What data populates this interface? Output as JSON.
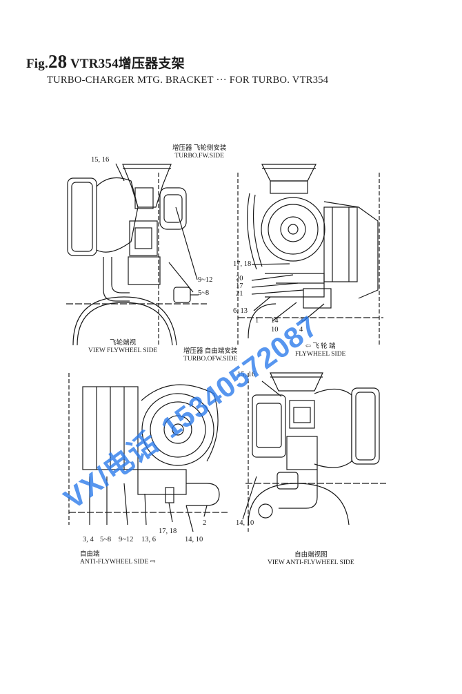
{
  "figure": {
    "fig_prefix": "Fig.",
    "fig_number": "28",
    "title_suffix": "VTR354增压器支架",
    "subtitle": "TURBO-CHARGER MTG. BRACKET ··· FOR TURBO. VTR354"
  },
  "views": {
    "view_fw": {
      "caption_cn": "飞轮端视",
      "caption_en": "VIEW  FLYWHEEL SIDE",
      "labels": [
        "15, 16",
        "9~12",
        "5~8"
      ]
    },
    "turbo_fw": {
      "caption_cn": "增压器 飞轮侧安装",
      "caption_en": "TURBO.FW.SIDE",
      "side_cn": "⇦  飞 轮 端",
      "side_en": "FLYWHEEL SIDE",
      "labels": [
        "17, 18",
        "20",
        "17",
        "21",
        "6, 13",
        "1",
        "14",
        "10",
        "3",
        "4"
      ]
    },
    "turbo_ofw": {
      "caption_cn": "增压器 自由端安装",
      "caption_en": "TURBO.OFW.SIDE",
      "side_cn": "自由端",
      "side_en": "ANTI-FLYWHEEL SIDE  ⇨",
      "labels": [
        "3, 4",
        "5~8",
        "9~12",
        "13, 6",
        "17, 18",
        "14, 10",
        "2"
      ]
    },
    "view_afw": {
      "caption_cn": "自由端视图",
      "caption_en": "VIEW  ANTI-FLYWHEEL SIDE",
      "labels": [
        "15, 16",
        "14, 10"
      ]
    }
  },
  "watermark": {
    "prefix": "VX/电话",
    "number": "15340572087"
  },
  "colors": {
    "ink": "#1a1a1a",
    "watermark": "#2878eb"
  }
}
